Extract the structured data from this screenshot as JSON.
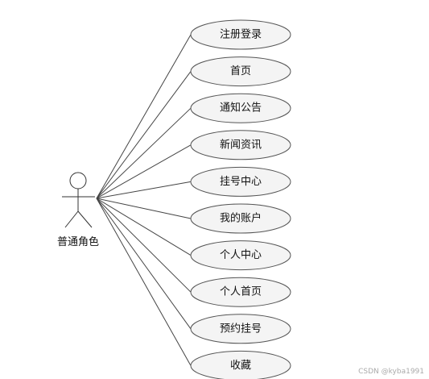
{
  "actor": {
    "name": "普通角色"
  },
  "use_cases": [
    {
      "label": "注册登录"
    },
    {
      "label": "首页"
    },
    {
      "label": "通知公告"
    },
    {
      "label": "新闻资讯"
    },
    {
      "label": "挂号中心"
    },
    {
      "label": "我的账户"
    },
    {
      "label": "个人中心"
    },
    {
      "label": "个人首页"
    },
    {
      "label": "预约挂号"
    },
    {
      "label": "收藏"
    }
  ],
  "watermark": "CSDN @kyba1991"
}
